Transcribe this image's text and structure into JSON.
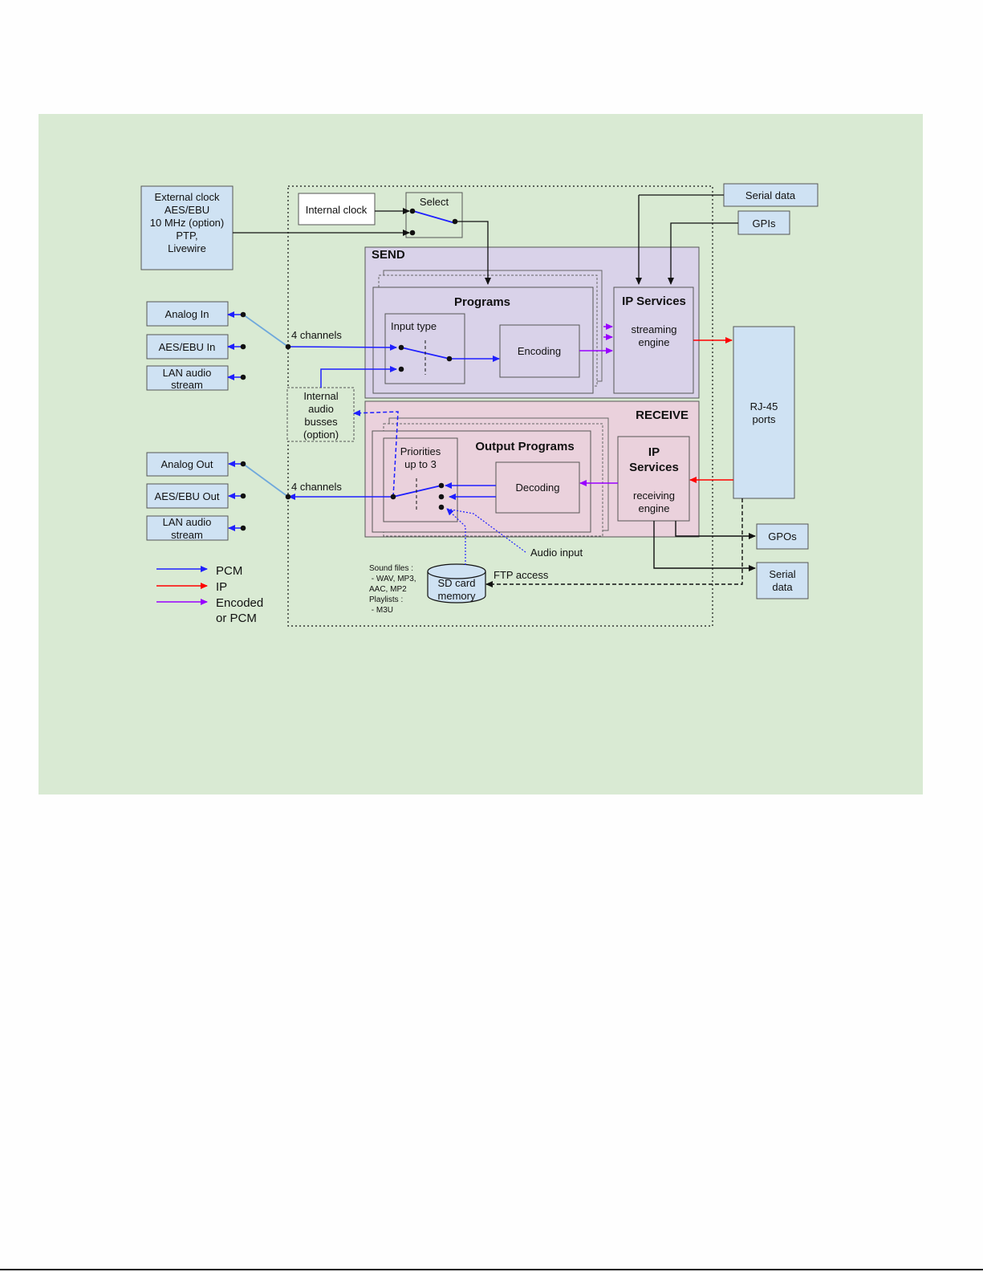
{
  "colors": {
    "background": "#d9ead3",
    "box_blue": "#cfe2f3",
    "send_panel": "#d9d2e9",
    "receive_panel": "#ead1dc",
    "pcm": "#1f1fff",
    "ip": "#ff0000",
    "encoded": "#9900ff",
    "stroke": "#333333",
    "cable": "#6fa8dc"
  },
  "boxes": {
    "external_clock": [
      "External clock",
      "AES/EBU",
      "10 MHz (option)",
      "PTP,",
      "Livewire"
    ],
    "internal_clock": "Internal clock",
    "select": "Select",
    "serial_data_in": "Serial data",
    "gpis": "GPIs",
    "send": "SEND",
    "programs": "Programs",
    "input_type": "Input type",
    "encoding": "Encoding",
    "ip_services_send": {
      "title": "IP Services",
      "sub": [
        "streaming",
        "engine"
      ]
    },
    "analog_in": "Analog In",
    "aes_ebu_in": "AES/EBU In",
    "lan_audio_in": [
      "LAN audio",
      "stream"
    ],
    "channels_in": "4 channels",
    "internal_busses": [
      "Internal",
      "audio",
      "busses",
      "(option)"
    ],
    "rj45": [
      "RJ-45",
      "ports"
    ],
    "receive": "RECEIVE",
    "output_programs": "Output Programs",
    "priorities": [
      "Priorities",
      "up to 3"
    ],
    "decoding": "Decoding",
    "ip_services_receive": {
      "title": [
        "IP",
        "Services"
      ],
      "sub": [
        "receiving",
        "engine"
      ]
    },
    "analog_out": "Analog Out",
    "aes_ebu_out": "AES/EBU Out",
    "lan_audio_out": [
      "LAN audio",
      "stream"
    ],
    "channels_out": "4 channels",
    "gpos": "GPOs",
    "serial_data_out": [
      "Serial",
      "data"
    ],
    "audio_input": "Audio input",
    "sd_card": [
      "SD card",
      "memory"
    ],
    "ftp_access": "FTP access",
    "sound_files": [
      "Sound files :",
      " - WAV, MP3,",
      "AAC, MP2",
      "Playlists :",
      " - M3U"
    ]
  },
  "legend": [
    {
      "label": [
        "PCM"
      ],
      "color": "#1f1fff"
    },
    {
      "label": [
        "IP"
      ],
      "color": "#ff0000"
    },
    {
      "label": [
        "Encoded",
        "or PCM"
      ],
      "color": "#9900ff"
    }
  ]
}
